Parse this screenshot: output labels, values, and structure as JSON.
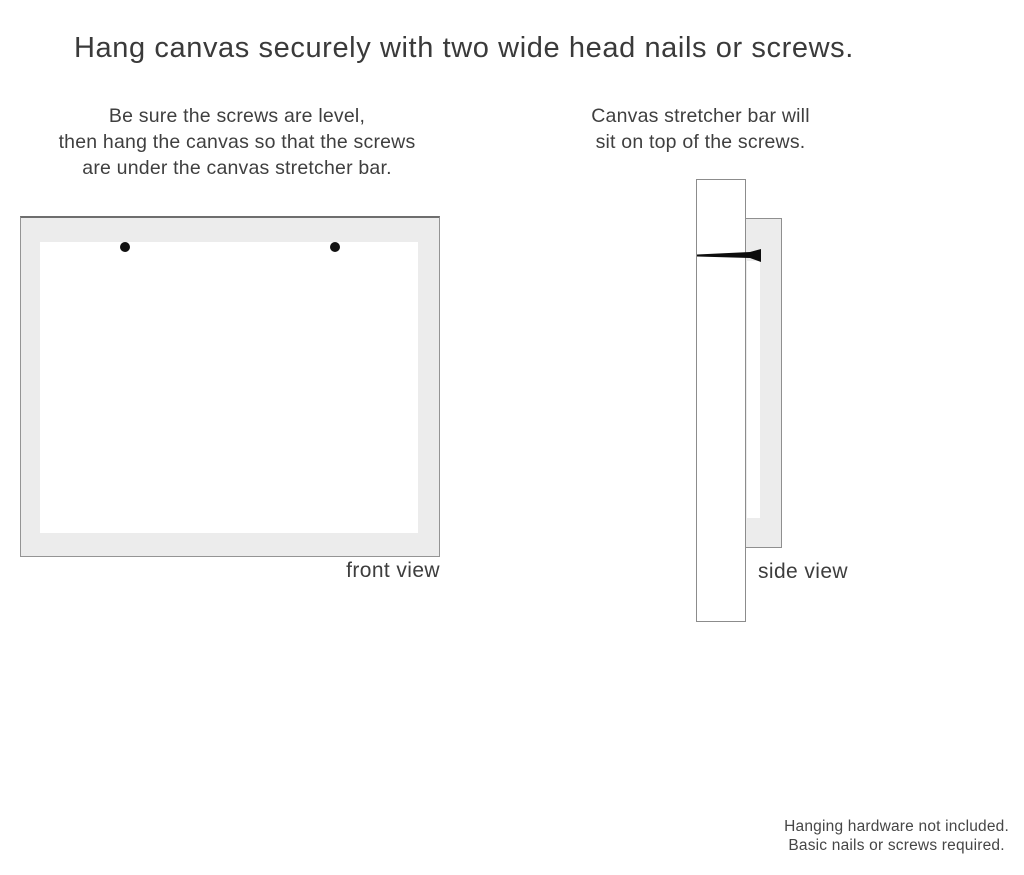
{
  "title": "Hang canvas securely with two wide head nails or screws.",
  "instructions": {
    "left": "Be sure the screws are level,\nthen hang the canvas so that the screws\nare under the canvas stretcher bar.",
    "right": "Canvas stretcher bar will\nsit on top of the screws."
  },
  "front_view": {
    "label": "front view",
    "screw_count": 2
  },
  "side_view": {
    "label": "side view"
  },
  "footer": "Hanging hardware not included.\nBasic nails or screws required.",
  "colors": {
    "canvas_fill": "#ececec",
    "canvas_face": "#ffffff",
    "border_gray": "#8f8f8f",
    "border_dark": "#6e6e6e",
    "nail_black": "#111111",
    "text_dark": "#3c3c3c"
  }
}
